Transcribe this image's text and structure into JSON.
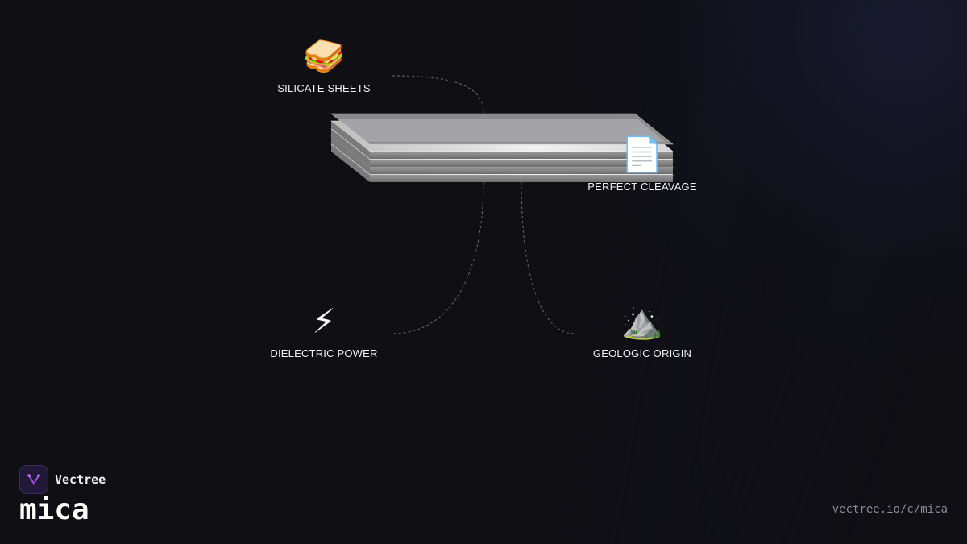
{
  "nodes": [
    {
      "id": "silicate",
      "icon": "🥪",
      "icon_name": "sandwich-icon",
      "label": "SILICATE SHEETS"
    },
    {
      "id": "cleavage",
      "icon": "📄",
      "icon_name": "page-icon",
      "label": "PERFECT CLEAVAGE"
    },
    {
      "id": "dielectric",
      "icon": "⚡",
      "icon_name": "lightning-icon",
      "label": "DIELECTRIC POWER"
    },
    {
      "id": "geologic",
      "icon": "⛰️",
      "icon_name": "mountain-icon",
      "label": "GEOLOGIC ORIGIN"
    }
  ],
  "brand": {
    "name": "Vectree",
    "logo_icon": "vectree-logo-icon"
  },
  "title": "mica",
  "url": "vectree.io/c/mica",
  "colors": {
    "background": "#0f0f14",
    "connector": "#6a6a72",
    "sheet_light": "#e6e6e6",
    "sheet_dark": "#8c8c8c",
    "logo_purple": "#a64ee0"
  }
}
